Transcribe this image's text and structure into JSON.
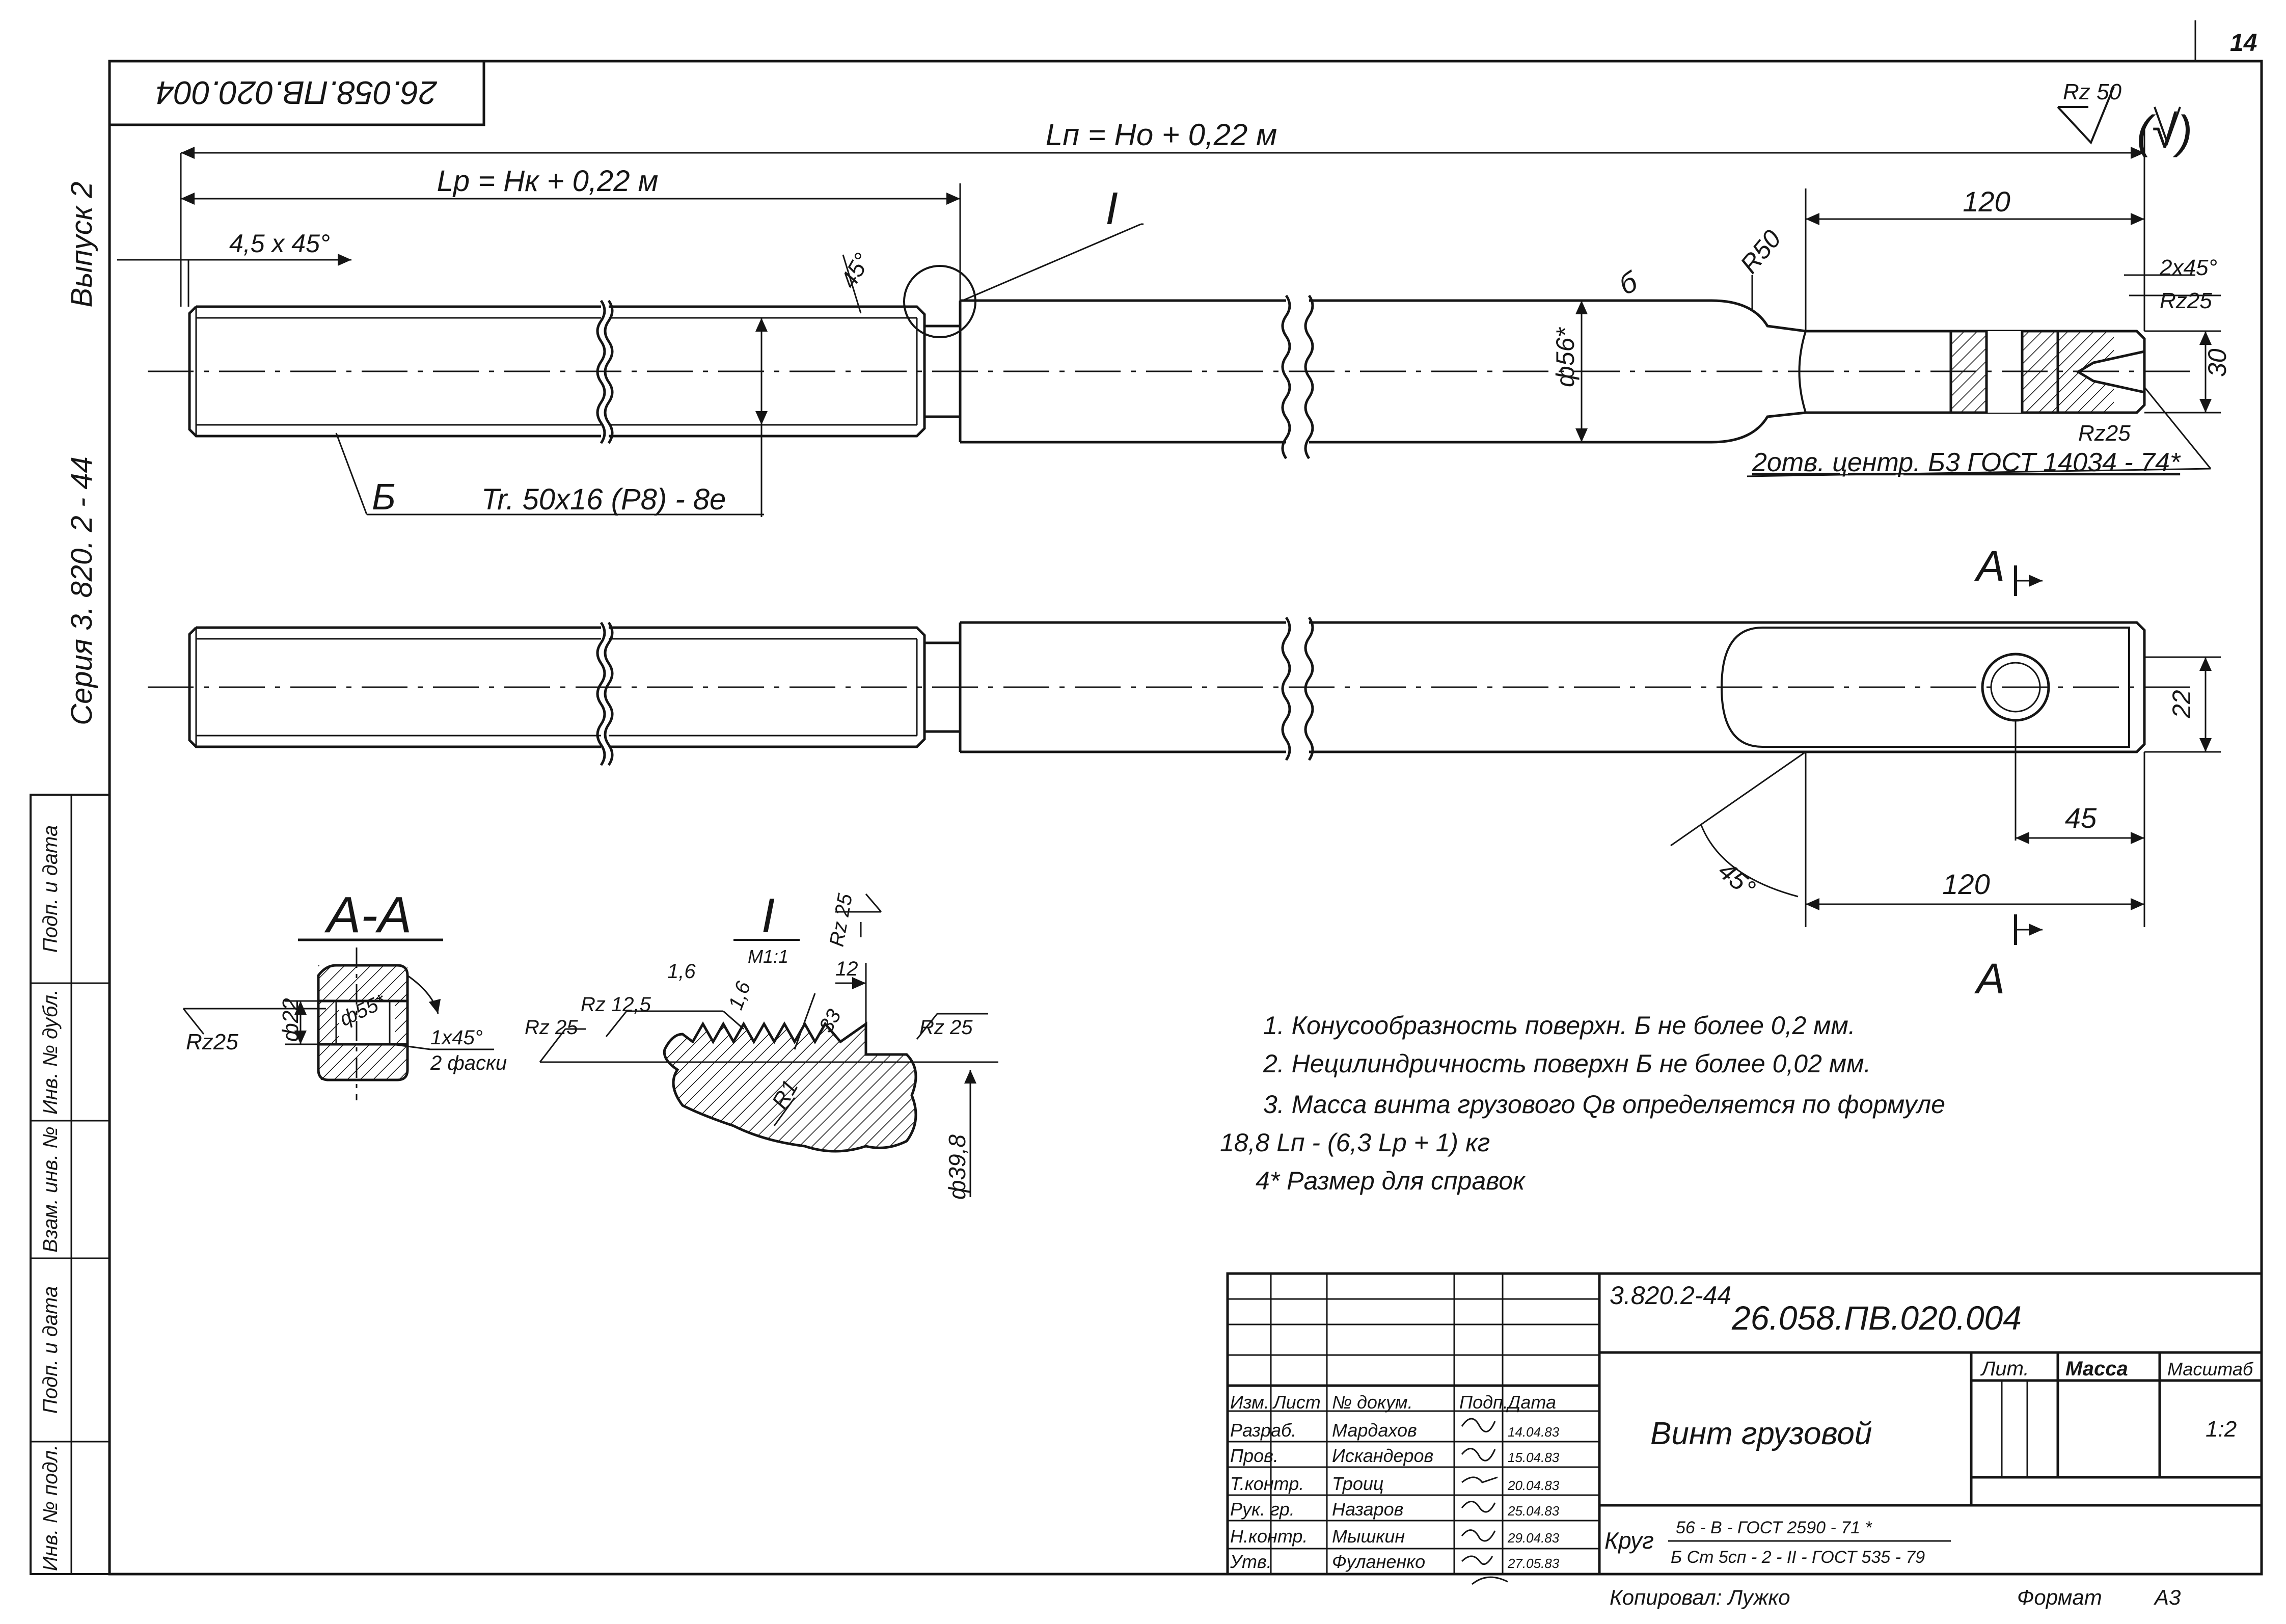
{
  "sheet_number": "14",
  "code_rotated": "26.058.ПВ.020.004",
  "side_labels": {
    "issue": "Выпуск  2",
    "series": "Серия  3. 820. 2 - 44"
  },
  "side_stamp": [
    "Подп. и дата",
    "Инв. № дубл.",
    "Взам. инв. №",
    "Подп. и дата",
    "Инв. № подл."
  ],
  "dims": {
    "ln": "Lп = Hо + 0,22 м",
    "lp": "Lр = Hк + 0,22 м",
    "chamfer_left": "4,5 x 45°",
    "angle_45": "45°",
    "leader_I": "I",
    "leader_b": "б",
    "r50": "R50",
    "d120_top": "120",
    "chamfer_right": "2x45°",
    "rz25_a": "Rz25",
    "rz25_b": "Rz25",
    "d30": "30",
    "dia56": "ф56*",
    "centers_note": "2отв. центр. Б3  ГОСТ  14034 - 74*",
    "letter_B": "Б",
    "thread": "Tr. 50x16 (P8) - 8e",
    "roughness_main": "Rz 50",
    "roughness_rest": "(√)",
    "section_A_top": "A",
    "section_A_bottom": "A",
    "d22": "22",
    "d45": "45",
    "d120_bottom": "120",
    "angle_45b": "45°"
  },
  "section_aa": {
    "title": "A-A",
    "rz25": "Rz25",
    "d22": "ф22",
    "d55": "ф55*",
    "chamfer": "1x45°",
    "chamfer_note": "2 фаски"
  },
  "detail_i": {
    "title": "I",
    "scale": "М1:1",
    "rz25_top": "Rz 25",
    "d12": "12",
    "d1_6a": "1,6",
    "d1_6b": "1,6",
    "rz12_5": "Rz 12,5",
    "rz25_left": "Rz 25",
    "rz25_right": "Rz 25",
    "d33": "33",
    "r1": "R1",
    "d39_8": "ф39,8"
  },
  "notes": [
    "1.  Конусообразность  поверхн.  Б  не  более    0,2 мм.",
    "2.  Нецилиндричность  поверхн  Б  не  более  0,02 мм.",
    "3.  Масса  винта  грузового  Qв  определяется  по формуле",
    "18,8 Lп - (6,3 Lр + 1)  кг",
    "4*  Размер  для  справок"
  ],
  "title_block": {
    "series_code": "3.820.2-44",
    "doc_code": "26.058.ПВ.020.004",
    "name": "Винт  грузовой",
    "headers": [
      "Изм.",
      "Лист",
      "№ докум.",
      "Подп.",
      "Дата"
    ],
    "rows": [
      [
        "Разраб.",
        "Мардахов",
        "14.04.83"
      ],
      [
        "Пров.",
        "Искандеров",
        "15.04.83"
      ],
      [
        "Т.контр.",
        "Троиц",
        "20.04.83"
      ],
      [
        "Рук. гр.",
        "Назаров",
        "25.04.83"
      ],
      [
        "Н.контр.",
        "Мышкин",
        "29.04.83"
      ],
      [
        "Утв.",
        "Фуланенко",
        "27.05.83"
      ]
    ],
    "lit_label": "Лит.",
    "mass_label": "Масса",
    "scale_label": "Масштаб",
    "scale_value": "1:2",
    "material_prefix": "Круг",
    "material_top": "56 - В - ГОСТ 2590 - 71 *",
    "material_bottom": "Б Ст 5сп - 2 - II - ГОСТ 535 - 79",
    "copied": "Копировал:  Лужко",
    "format_label": "Формат",
    "format_value": "А3"
  }
}
